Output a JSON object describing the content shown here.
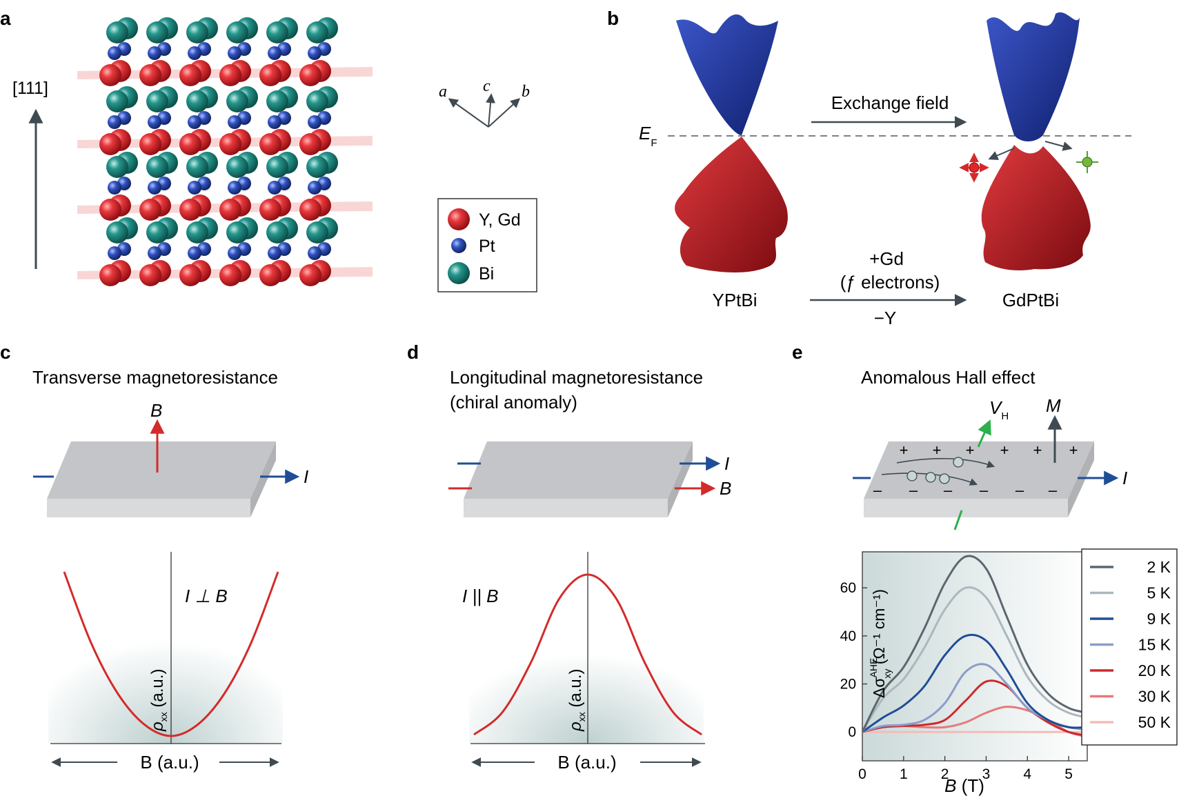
{
  "panels": {
    "a": {
      "letter": "a",
      "direction_label": "[111]",
      "axes": {
        "a": "a",
        "c": "c",
        "b": "b"
      },
      "legend": [
        {
          "label": "Y, Gd",
          "color": "#e0262b"
        },
        {
          "label": "Pt",
          "color": "#2b4aa8"
        },
        {
          "label": "Bi",
          "color": "#1a8a82"
        }
      ]
    },
    "b": {
      "letter": "b",
      "ef_main": "E",
      "ef_sub": "F",
      "exchange_label": "Exchange field",
      "left_material": "YPtBi",
      "right_material": "GdPtBi",
      "plus_gd": "+Gd",
      "f_electrons": "(ƒ electrons)",
      "minus_y": "−Y"
    },
    "c": {
      "letter": "c",
      "title": "Transverse magnetoresistance",
      "b_label": "B",
      "i_label": "I",
      "relation": "I ⊥ B",
      "ylabel_main": "ρ",
      "ylabel_sub": "xx",
      "ylabel_rest": " (a.u.)",
      "xlabel": "B (a.u.)"
    },
    "d": {
      "letter": "d",
      "title_line1": "Longitudinal magnetoresistance",
      "title_line2": "(chiral anomaly)",
      "i_label": "I",
      "b_label": "B",
      "relation": "I || B",
      "ylabel_main": "ρ",
      "ylabel_sub": "xx",
      "ylabel_rest": " (a.u.)",
      "xlabel": "B (a.u.)"
    },
    "e": {
      "letter": "e",
      "title": "Anomalous Hall effect",
      "vh_main": "V",
      "vh_sub": "H",
      "m_label": "M",
      "i_label": "I",
      "plus": "+",
      "minus": "–"
    }
  },
  "chart_data": [
    {
      "type": "line",
      "panel": "c",
      "shape": "parabola",
      "xlabel": "B (a.u.)",
      "ylabel": "ρxx (a.u.)",
      "x": [
        -1,
        -0.75,
        -0.5,
        -0.25,
        0,
        0.25,
        0.5,
        0.75,
        1
      ],
      "values": [
        1.0,
        0.57,
        0.26,
        0.07,
        0.0,
        0.07,
        0.26,
        0.57,
        1.0
      ],
      "color": "#d42a2a"
    },
    {
      "type": "line",
      "panel": "d",
      "shape": "gaussian",
      "xlabel": "B (a.u.)",
      "ylabel": "ρxx (a.u.)",
      "x": [
        -1,
        -0.75,
        -0.5,
        -0.25,
        0,
        0.25,
        0.5,
        0.75,
        1
      ],
      "values": [
        0.0,
        0.14,
        0.45,
        0.85,
        1.0,
        0.85,
        0.45,
        0.14,
        0.0
      ],
      "color": "#d42a2a"
    },
    {
      "type": "line",
      "panel": "e",
      "xlabel": "B (T)",
      "ylabel_main": "Δσ",
      "ylabel_sup": "AHE",
      "ylabel_sub": "xy",
      "ylabel_unit": " (Ω⁻¹ cm⁻¹)",
      "xlim": [
        0,
        5.45
      ],
      "ylim": [
        -12,
        75
      ],
      "xticks": [
        0,
        1,
        2,
        3,
        4,
        5
      ],
      "yticks": [
        0,
        20,
        40,
        60
      ],
      "legend_position": "right",
      "series": [
        {
          "name": "2 K",
          "color": "#5c6670",
          "x": [
            0,
            0.5,
            1,
            1.5,
            2,
            2.5,
            3,
            3.5,
            4,
            4.5,
            5,
            5.45
          ],
          "y": [
            0,
            17,
            27,
            43,
            62,
            73,
            68,
            48,
            28,
            16,
            10,
            8
          ]
        },
        {
          "name": "5 K",
          "color": "#aab8bd",
          "x": [
            0,
            0.5,
            1,
            1.5,
            2,
            2.5,
            3,
            3.5,
            4,
            4.5,
            5,
            5.45
          ],
          "y": [
            0,
            14,
            22,
            35,
            51,
            60,
            56,
            40,
            23,
            13,
            8,
            6
          ]
        },
        {
          "name": "9 K",
          "color": "#1f4e96",
          "x": [
            0,
            0.5,
            1,
            1.5,
            2,
            2.5,
            3,
            3.5,
            4,
            4.5,
            5,
            5.45
          ],
          "y": [
            0,
            6,
            11,
            19,
            32,
            40,
            38,
            26,
            12,
            5,
            2,
            2
          ]
        },
        {
          "name": "15 K",
          "color": "#8b9cc9",
          "x": [
            0,
            0.5,
            1,
            1.5,
            2,
            2.5,
            3,
            3.5,
            4,
            4.5,
            5,
            5.45
          ],
          "y": [
            0,
            2.5,
            3,
            5,
            12,
            25,
            28,
            20,
            10,
            5,
            2,
            1
          ]
        },
        {
          "name": "20 K",
          "color": "#cc2a2e",
          "x": [
            0,
            0.5,
            1,
            1.5,
            2,
            2.5,
            3,
            3.5,
            4,
            4.5,
            5,
            5.45
          ],
          "y": [
            0,
            2,
            2.5,
            3,
            5,
            13,
            21,
            19,
            10,
            4,
            0,
            -1.5
          ]
        },
        {
          "name": "30 K",
          "color": "#e8787a",
          "x": [
            0,
            0.5,
            1,
            1.5,
            2,
            2.5,
            3,
            3.5,
            4,
            4.5,
            5,
            5.45
          ],
          "y": [
            0,
            2,
            2.5,
            2,
            2,
            4,
            8,
            10.5,
            9,
            5,
            0,
            -2
          ]
        },
        {
          "name": "50 K",
          "color": "#f4bcb6",
          "x": [
            0,
            1,
            2,
            3,
            4,
            5,
            5.45
          ],
          "y": [
            0,
            0,
            0,
            0,
            0,
            0,
            0
          ]
        }
      ]
    }
  ]
}
